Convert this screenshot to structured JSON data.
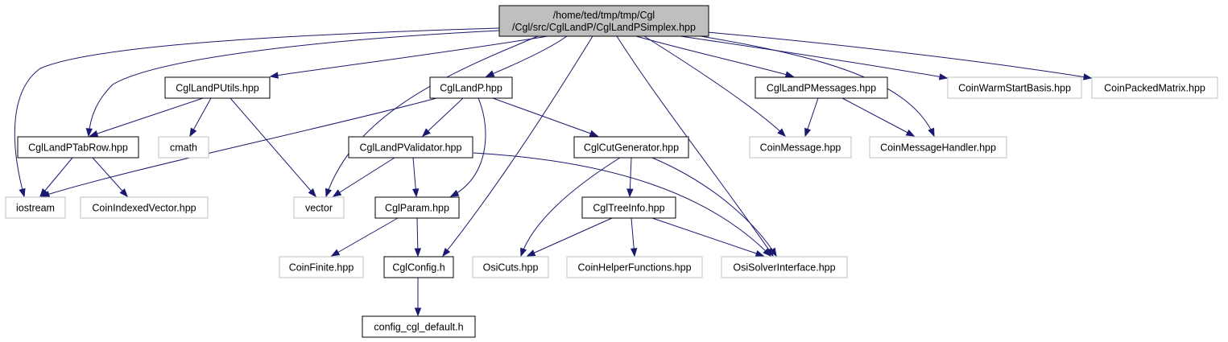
{
  "colors": {
    "edge": "#191970",
    "root_fill": "#bfbfbf",
    "documented_stroke": "#000000",
    "external_stroke": "#bfbfbf",
    "text": "#000000"
  },
  "nodes": [
    {
      "id": "root",
      "lines": [
        "/home/ted/tmp/tmp/Cgl",
        "/Cgl/src/CglLandP/CglLandPSimplex.hpp"
      ],
      "kind": "root"
    },
    {
      "id": "CglLandPUtils",
      "lines": [
        "CglLandPUtils.hpp"
      ],
      "kind": "documented"
    },
    {
      "id": "CglLandP",
      "lines": [
        "CglLandP.hpp"
      ],
      "kind": "documented"
    },
    {
      "id": "CglLandPMessages",
      "lines": [
        "CglLandPMessages.hpp"
      ],
      "kind": "documented"
    },
    {
      "id": "CoinWarmStartBasis",
      "lines": [
        "CoinWarmStartBasis.hpp"
      ],
      "kind": "external"
    },
    {
      "id": "CoinPackedMatrix",
      "lines": [
        "CoinPackedMatrix.hpp"
      ],
      "kind": "external"
    },
    {
      "id": "CglLandPTabRow",
      "lines": [
        "CglLandPTabRow.hpp"
      ],
      "kind": "documented"
    },
    {
      "id": "cmath",
      "lines": [
        "cmath"
      ],
      "kind": "external"
    },
    {
      "id": "CglLandPValidator",
      "lines": [
        "CglLandPValidator.hpp"
      ],
      "kind": "documented"
    },
    {
      "id": "CglCutGenerator",
      "lines": [
        "CglCutGenerator.hpp"
      ],
      "kind": "documented"
    },
    {
      "id": "CoinMessage",
      "lines": [
        "CoinMessage.hpp"
      ],
      "kind": "external"
    },
    {
      "id": "CoinMessageHandler",
      "lines": [
        "CoinMessageHandler.hpp"
      ],
      "kind": "external"
    },
    {
      "id": "iostream",
      "lines": [
        "iostream"
      ],
      "kind": "external"
    },
    {
      "id": "CoinIndexedVector",
      "lines": [
        "CoinIndexedVector.hpp"
      ],
      "kind": "external"
    },
    {
      "id": "vector",
      "lines": [
        "vector"
      ],
      "kind": "external"
    },
    {
      "id": "CglParam",
      "lines": [
        "CglParam.hpp"
      ],
      "kind": "documented"
    },
    {
      "id": "CglTreeInfo",
      "lines": [
        "CglTreeInfo.hpp"
      ],
      "kind": "documented"
    },
    {
      "id": "CoinFinite",
      "lines": [
        "CoinFinite.hpp"
      ],
      "kind": "external"
    },
    {
      "id": "CglConfig",
      "lines": [
        "CglConfig.h"
      ],
      "kind": "documented"
    },
    {
      "id": "OsiCuts",
      "lines": [
        "OsiCuts.hpp"
      ],
      "kind": "external"
    },
    {
      "id": "CoinHelperFunctions",
      "lines": [
        "CoinHelperFunctions.hpp"
      ],
      "kind": "external"
    },
    {
      "id": "OsiSolverInterface",
      "lines": [
        "OsiSolverInterface.hpp"
      ],
      "kind": "external"
    },
    {
      "id": "config_cgl_default",
      "lines": [
        "config_cgl_default.h"
      ],
      "kind": "documented"
    }
  ],
  "edges": [
    {
      "from": "root",
      "to": "CglLandPUtils"
    },
    {
      "from": "root",
      "to": "CglLandP"
    },
    {
      "from": "root",
      "to": "CglLandPMessages"
    },
    {
      "from": "root",
      "to": "CoinWarmStartBasis"
    },
    {
      "from": "root",
      "to": "CoinPackedMatrix"
    },
    {
      "from": "root",
      "to": "CglLandPTabRow"
    },
    {
      "from": "root",
      "to": "iostream"
    },
    {
      "from": "root",
      "to": "vector"
    },
    {
      "from": "root",
      "to": "CglConfig"
    },
    {
      "from": "root",
      "to": "OsiSolverInterface"
    },
    {
      "from": "root",
      "to": "CoinMessage"
    },
    {
      "from": "root",
      "to": "CoinMessageHandler"
    },
    {
      "from": "CglLandPUtils",
      "to": "CglLandPTabRow"
    },
    {
      "from": "CglLandPUtils",
      "to": "cmath"
    },
    {
      "from": "CglLandPUtils",
      "to": "vector"
    },
    {
      "from": "CglLandP",
      "to": "iostream"
    },
    {
      "from": "CglLandP",
      "to": "CglLandPValidator"
    },
    {
      "from": "CglLandP",
      "to": "CglCutGenerator"
    },
    {
      "from": "CglLandP",
      "to": "CglParam"
    },
    {
      "from": "CglLandPMessages",
      "to": "CoinMessage"
    },
    {
      "from": "CglLandPMessages",
      "to": "CoinMessageHandler"
    },
    {
      "from": "CglLandPTabRow",
      "to": "iostream"
    },
    {
      "from": "CglLandPTabRow",
      "to": "CoinIndexedVector"
    },
    {
      "from": "CglLandPValidator",
      "to": "vector"
    },
    {
      "from": "CglLandPValidator",
      "to": "CglParam"
    },
    {
      "from": "CglLandPValidator",
      "to": "OsiSolverInterface"
    },
    {
      "from": "CglCutGenerator",
      "to": "OsiCuts"
    },
    {
      "from": "CglCutGenerator",
      "to": "CglTreeInfo"
    },
    {
      "from": "CglCutGenerator",
      "to": "OsiSolverInterface"
    },
    {
      "from": "CglParam",
      "to": "CoinFinite"
    },
    {
      "from": "CglParam",
      "to": "CglConfig"
    },
    {
      "from": "CglTreeInfo",
      "to": "OsiCuts"
    },
    {
      "from": "CglTreeInfo",
      "to": "CoinHelperFunctions"
    },
    {
      "from": "CglTreeInfo",
      "to": "OsiSolverInterface"
    },
    {
      "from": "CglConfig",
      "to": "config_cgl_default"
    }
  ]
}
